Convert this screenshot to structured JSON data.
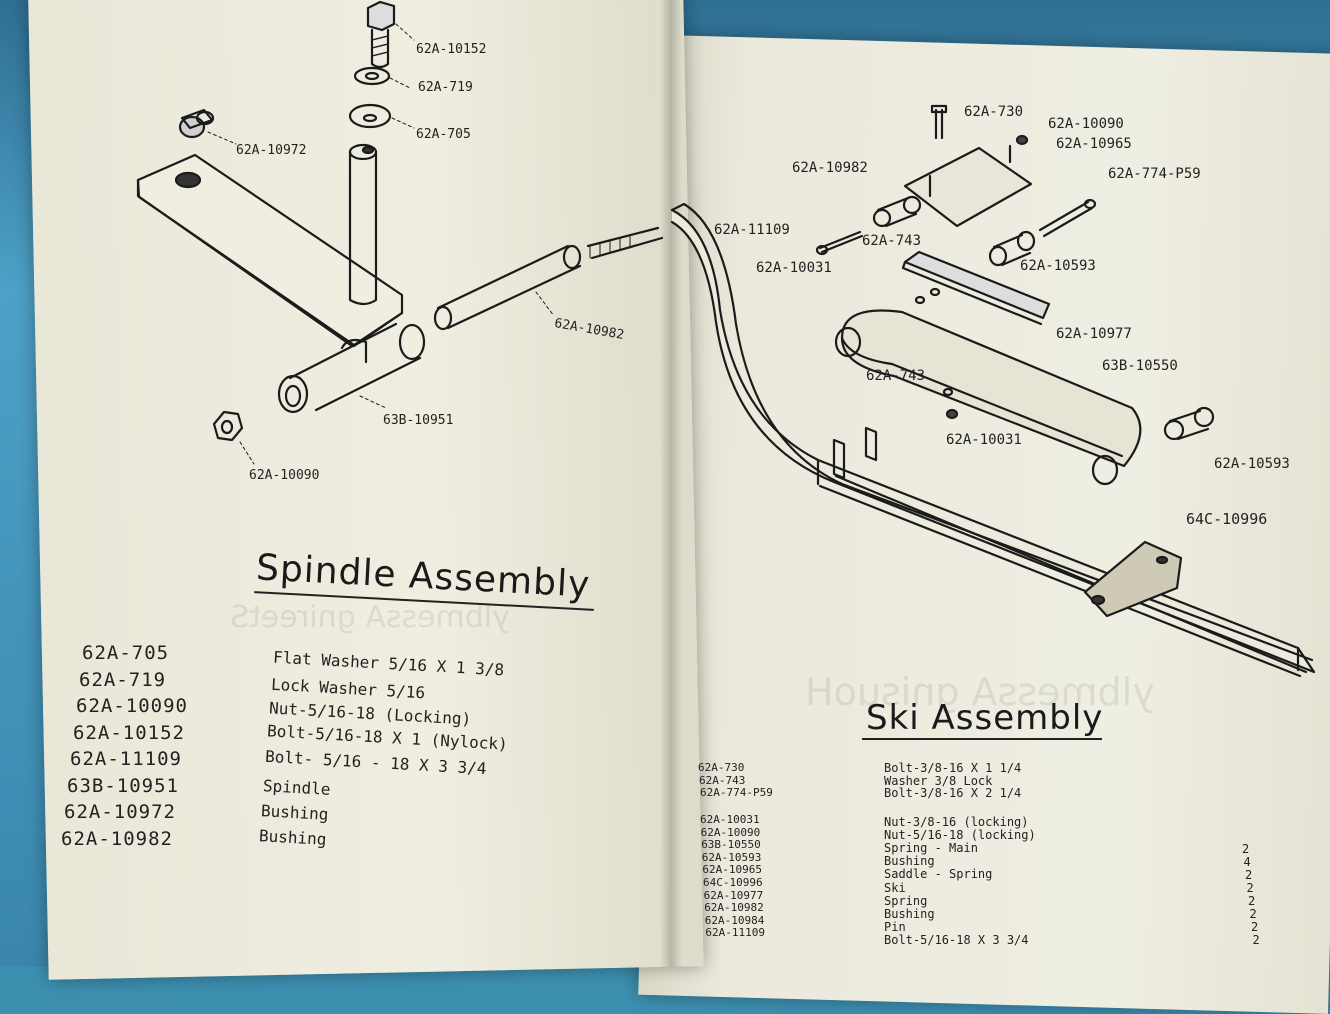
{
  "spindle": {
    "title": "Spindle Assembly",
    "labels": {
      "l10152": "62A-10152",
      "l719": "62A-719",
      "l705": "62A-705",
      "l10972": "62A-10972",
      "l10982": "62A-10982",
      "l10951": "63B-10951",
      "l10090": "62A-10090"
    },
    "parts": [
      {
        "pn": "62A-705",
        "desc": "Flat Washer 5/16 X 1 3/8"
      },
      {
        "pn": "62A-719",
        "desc": "Lock Washer 5/16"
      },
      {
        "pn": "62A-10090",
        "desc": "Nut-5/16-18 (Locking)"
      },
      {
        "pn": "62A-10152",
        "desc": "Bolt-5/16-18 X 1 (Nylock)"
      },
      {
        "pn": "62A-11109",
        "desc": "Bolt- 5/16 - 18 X 3 3/4"
      },
      {
        "pn": "63B-10951",
        "desc": "Spindle"
      },
      {
        "pn": "62A-10972",
        "desc": "Bushing"
      },
      {
        "pn": "62A-10982",
        "desc": "Bushing"
      }
    ]
  },
  "ski": {
    "title": "Ski Assembly",
    "labels": {
      "l730": "62A-730",
      "l10090": "62A-10090",
      "l10965": "62A-10965",
      "l10982": "62A-10982",
      "l774": "62A-774-P59",
      "l11109": "62A-11109",
      "l743a": "62A-743",
      "l10031a": "62A-10031",
      "l10593a": "62A-10593",
      "l10977": "62A-10977",
      "l10550": "63B-10550",
      "l743b": "62A-743",
      "l10031b": "62A-10031",
      "l10593b": "62A-10593",
      "l10996": "64C-10996"
    },
    "parts_a": [
      "62A-730",
      "62A-743",
      "62A-774-P59"
    ],
    "desc_a": [
      "Bolt-3/8-16 X 1 1/4",
      "Washer 3/8 Lock",
      "Bolt-3/8-16 X 2 1/4"
    ],
    "parts_b": [
      "62A-10031",
      "62A-10090",
      "63B-10550",
      "62A-10593",
      "62A-10965",
      "64C-10996",
      "62A-10977",
      "62A-10982",
      "62A-10984",
      "62A-11109"
    ],
    "desc_b": [
      "Nut-3/8-16 (locking)",
      "Nut-5/16-18 (locking)",
      "Spring - Main",
      "Bushing",
      "Saddle - Spring",
      "Ski",
      "Spring",
      "Bushing",
      "Pin",
      "Bolt-5/16-18 X 3 3/4"
    ],
    "qty_b": [
      "2",
      "4",
      "2",
      "2",
      "2",
      "2",
      "2",
      "2"
    ]
  }
}
